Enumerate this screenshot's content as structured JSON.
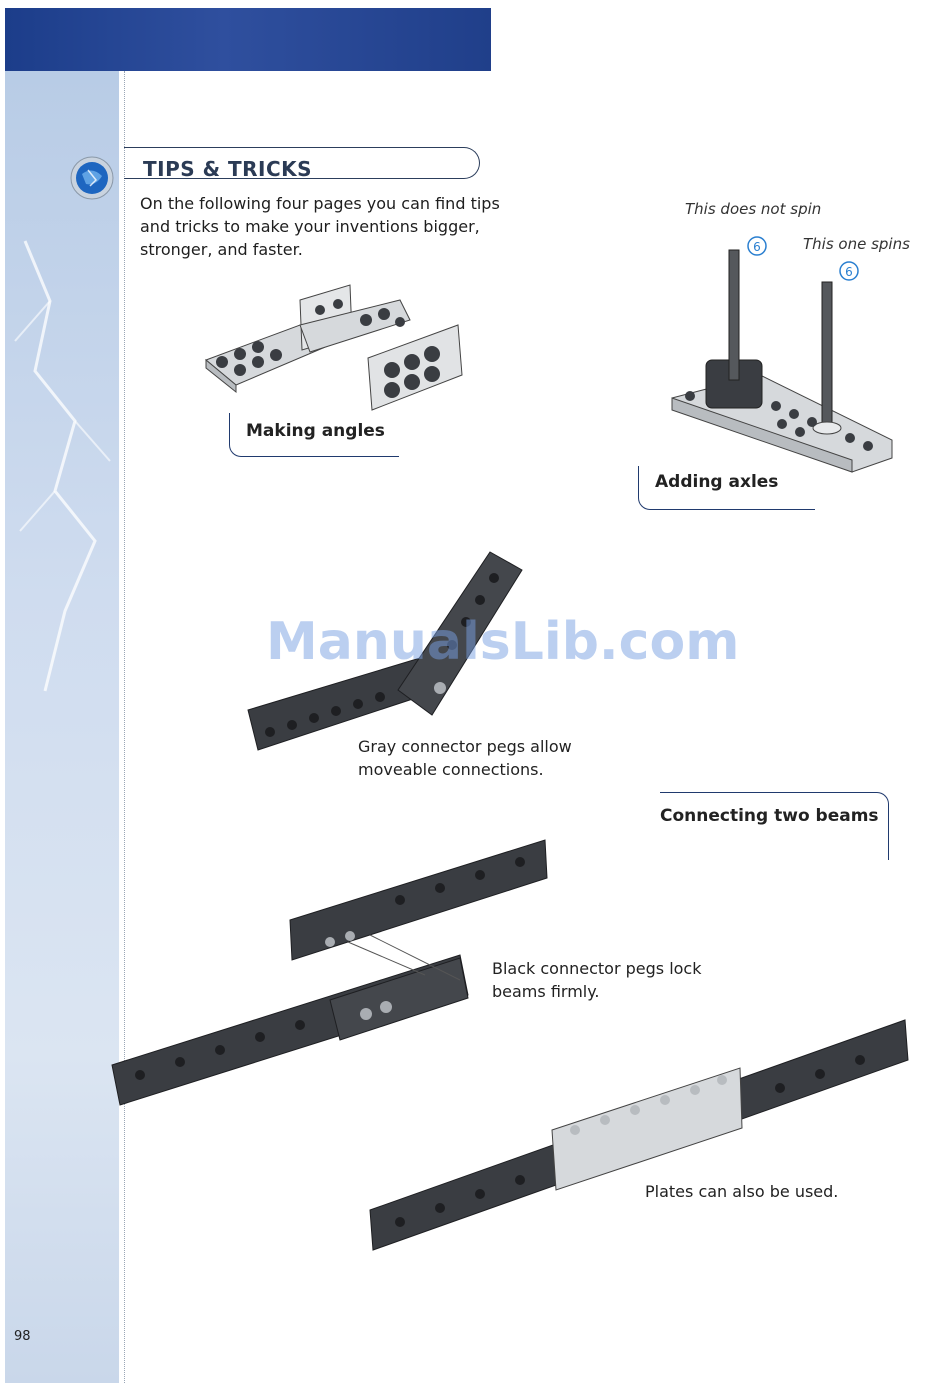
{
  "page": {
    "number": "98",
    "heading": "TIPS & TRICKS",
    "intro": "On the following four pages you can find tips and tricks to make your inventions bigger, stronger, and faster."
  },
  "figures": {
    "angles_caption": "Making angles",
    "axles_caption": "Adding axles",
    "no_spin_label": "This does not spin",
    "spin_label": "This one spins",
    "axle_badge_1": "6",
    "axle_badge_2": "6",
    "gray_peg_text": "Gray connector pegs allow moveable connections.",
    "two_beams_caption": "Connecting two beams",
    "black_peg_text": "Black connector pegs lock beams firmly.",
    "plates_text": "Plates can also be used."
  },
  "watermark": "ManualsLib.com",
  "colors": {
    "accent_navy": "#203a6e",
    "band_blue": "#1c3d8a",
    "brick_dark": "#3a3d42",
    "plate_light": "#d6d9dc"
  }
}
